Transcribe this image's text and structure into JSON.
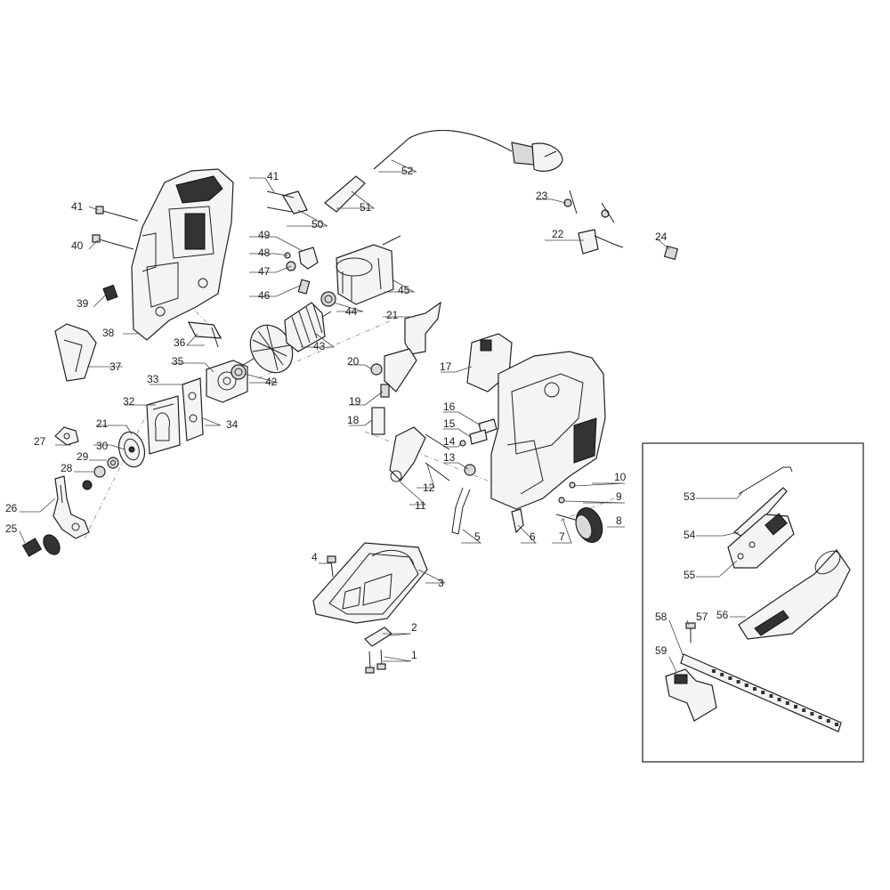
{
  "labels": {
    "p1": "1",
    "p2": "2",
    "p3": "3",
    "p4": "4",
    "p5": "5",
    "p6": "6",
    "p7": "7",
    "p8": "8",
    "p9": "9",
    "p10": "10",
    "p11": "11",
    "p12": "12",
    "p13": "13",
    "p14": "14",
    "p15": "15",
    "p16": "16",
    "p17": "17",
    "p18": "18",
    "p19": "19",
    "p20": "20",
    "p21a": "21",
    "p21b": "21",
    "p22": "22",
    "p23": "23",
    "p24": "24",
    "p25": "25",
    "p26": "26",
    "p27": "27",
    "p28": "28",
    "p29": "29",
    "p30": "30",
    "p32": "32",
    "p33": "33",
    "p34": "34",
    "p35": "35",
    "p36": "36",
    "p37": "37",
    "p38": "38",
    "p39": "39",
    "p40": "40",
    "p41a": "41",
    "p41b": "41",
    "p42": "42",
    "p43": "43",
    "p44": "44",
    "p45": "45",
    "p46": "46",
    "p47": "47",
    "p48": "48",
    "p49": "49",
    "p50": "50",
    "p51": "51",
    "p52": "52",
    "p53": "53",
    "p54": "54",
    "p55": "55",
    "p56": "56",
    "p57": "57",
    "p58": "58",
    "p59": "59"
  }
}
